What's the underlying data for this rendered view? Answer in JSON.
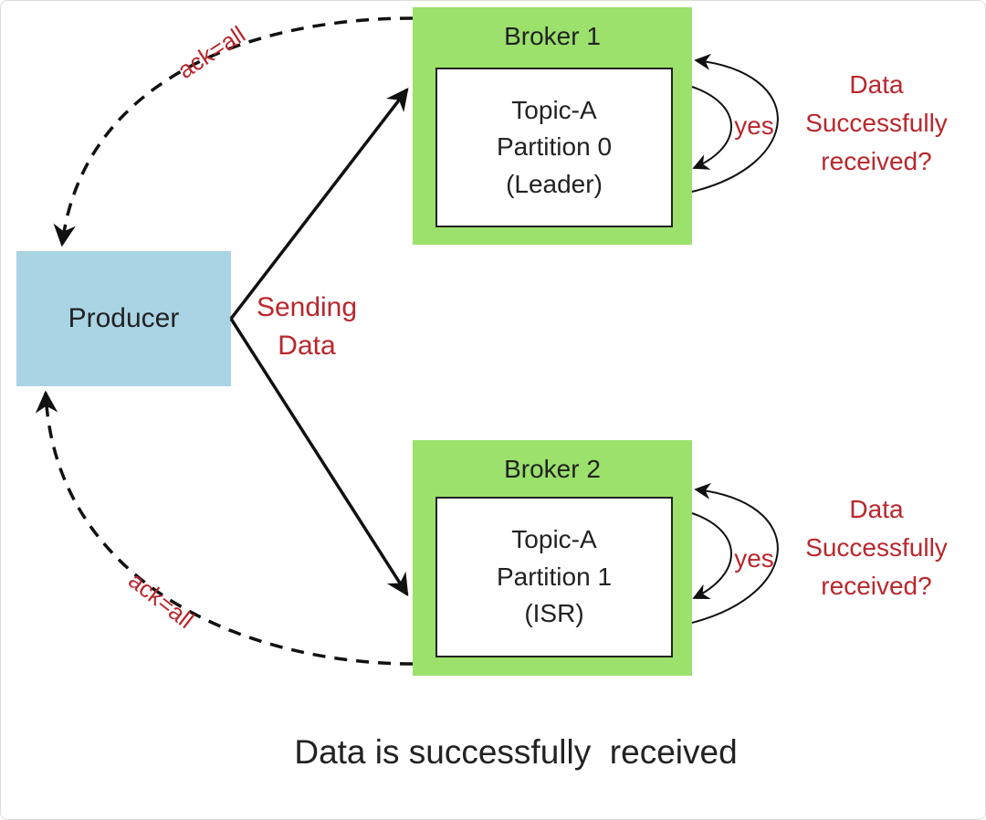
{
  "colors": {
    "broker_fill": "#9be16c",
    "producer_fill": "#a9d4e4",
    "partition_fill": "#ffffff",
    "edge": "#111111",
    "annotation": "#b9272d"
  },
  "producer": {
    "label": "Producer"
  },
  "broker1": {
    "title": "Broker 1",
    "partition_label": "Topic-A\nPartition 0\n(Leader)"
  },
  "broker2": {
    "title": "Broker 2",
    "partition_label": "Topic-A\nPartition 1\n(ISR)"
  },
  "labels": {
    "sending_data": "Sending\nData",
    "ack_top": "ack=all",
    "ack_bottom": "ack=all",
    "yes_top": "yes",
    "yes_bottom": "yes",
    "question_top": "Data\nSuccessfully\nreceived?",
    "question_bottom": "Data\nSuccessfully\nreceived?"
  },
  "caption": "Data is successfully  received"
}
